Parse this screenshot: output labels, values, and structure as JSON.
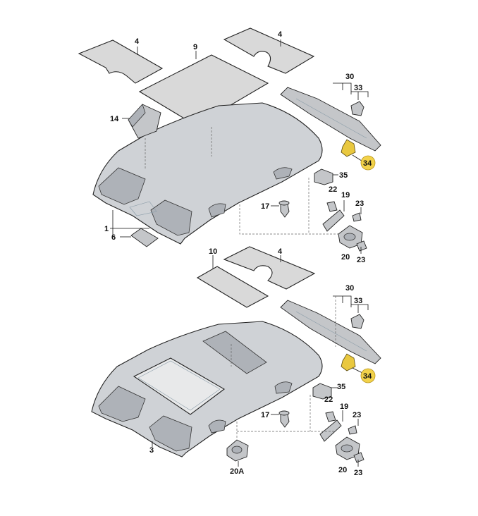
{
  "labels": {
    "p1": "1",
    "p3": "3",
    "p4a": "4",
    "p4b": "4",
    "p4c": "4",
    "p6": "6",
    "p9": "9",
    "p10": "10",
    "p14": "14",
    "p17a": "17",
    "p17b": "17",
    "p19a": "19",
    "p19b": "19",
    "p20a": "20",
    "p20b": "20",
    "p20A": "20A",
    "p22a": "22",
    "p22b": "22",
    "p23a": "23",
    "p23b": "23",
    "p23c": "23",
    "p23d": "23",
    "p30a": "30",
    "p30b": "30",
    "p33a": "33",
    "p33b": "33",
    "p34a": "34",
    "p34b": "34",
    "p35a": "35",
    "p35b": "35"
  },
  "colors": {
    "highlight_badge": "#f2d24a",
    "headliner_fill": "#cfd2d6",
    "outline": "#222222"
  }
}
